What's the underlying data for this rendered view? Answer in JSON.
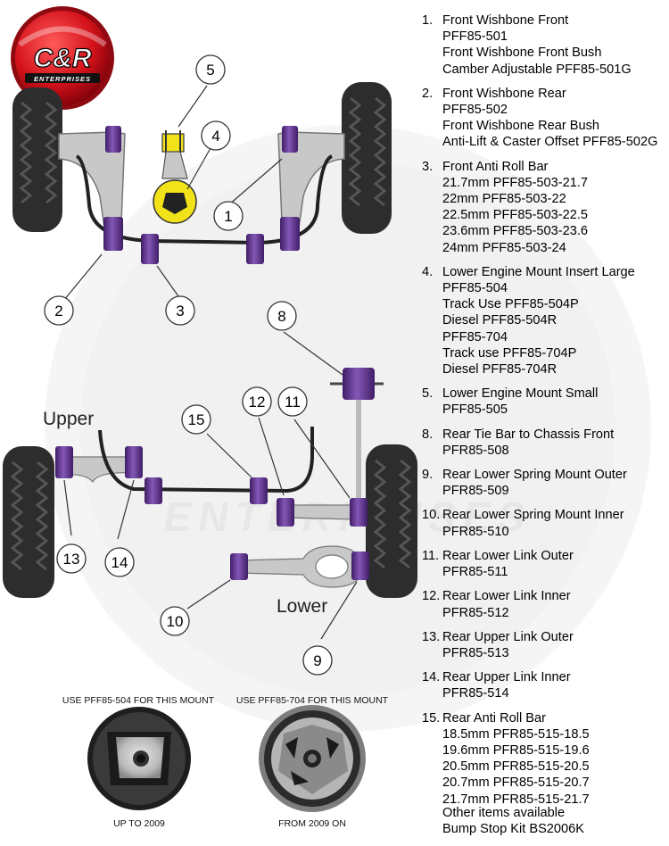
{
  "logo": {
    "brand": "C&R",
    "tagline": "ENTERPRISES",
    "colors": {
      "red": "#d4121b",
      "dark_red": "#8e0a10",
      "white": "#ffffff"
    }
  },
  "watermark": {
    "text": "ENTERPRISES",
    "color": "#dcdcdc"
  },
  "colors": {
    "bush_purple": "#5b2f8c",
    "bush_purple_light": "#8457b6",
    "tyre": "#2d2d2d",
    "arm_grey": "#c8c8c8",
    "bolt_yellow": "#f2e21a"
  },
  "diagram": {
    "labels": {
      "upper": "Upper",
      "lower": "Lower"
    },
    "callouts": [
      "5",
      "4",
      "1",
      "2",
      "3",
      "8",
      "12",
      "11",
      "15",
      "13",
      "14",
      "10",
      "9"
    ],
    "mount_captions": {
      "left_top": "USE PFF85-504 FOR THIS MOUNT",
      "right_top": "USE PFF85-704 FOR THIS MOUNT",
      "left_bottom": "UP TO 2009",
      "right_bottom": "FROM 2009 ON"
    }
  },
  "parts": [
    {
      "num": "1.",
      "lines": [
        "Front Wishbone  Front",
        "PFF85-501",
        "Front Wishbone Front Bush",
        "Camber Adjustable PFF85-501G"
      ]
    },
    {
      "num": "2.",
      "lines": [
        "Front Wishbone Rear",
        "PFF85-502",
        "Front Wishbone Rear Bush",
        "Anti-Lift & Caster Offset PFF85-502G"
      ]
    },
    {
      "num": "3.",
      "lines": [
        "Front Anti Roll Bar",
        "21.7mm PFF85-503-21.7",
        "22mm PFF85-503-22",
        "22.5mm PFF85-503-22.5",
        "23.6mm PFF85-503-23.6",
        "24mm PFF85-503-24"
      ]
    },
    {
      "num": "4.",
      "lines": [
        "Lower Engine Mount Insert Large",
        "PFF85-504",
        "Track Use PFF85-504P",
        "Diesel PFF85-504R",
        "PFF85-704",
        "Track use PFF85-704P",
        "Diesel PFF85-704R"
      ]
    },
    {
      "num": "5.",
      "lines": [
        "Lower Engine Mount Small",
        "PFF85-505"
      ]
    },
    {
      "num": "8.",
      "lines": [
        "Rear Tie Bar to Chassis Front",
        "PFR85-508"
      ]
    },
    {
      "num": "9.",
      "lines": [
        "Rear Lower Spring Mount Outer",
        "PFR85-509"
      ]
    },
    {
      "num": "10.",
      "lines": [
        "Rear Lower Spring Mount Inner",
        "PFR85-510"
      ]
    },
    {
      "num": "11.",
      "lines": [
        "Rear Lower Link Outer",
        "PFR85-511"
      ]
    },
    {
      "num": "12.",
      "lines": [
        "Rear Lower Link Inner",
        "PFR85-512"
      ]
    },
    {
      "num": "13.",
      "lines": [
        "Rear Upper Link Outer",
        "PFR85-513"
      ]
    },
    {
      "num": "14.",
      "lines": [
        "Rear Upper Link Inner",
        "PFR85-514"
      ]
    },
    {
      "num": "15.",
      "lines": [
        "Rear Anti Roll Bar",
        "18.5mm PFR85-515-18.5",
        "19.6mm PFR85-515-19.6",
        "20.5mm PFR85-515-20.5",
        "20.7mm PFR85-515-20.7",
        "21.7mm PFR85-515-21.7"
      ]
    }
  ],
  "other_items": [
    "Other items available",
    "Bump Stop Kit BS2006K"
  ]
}
